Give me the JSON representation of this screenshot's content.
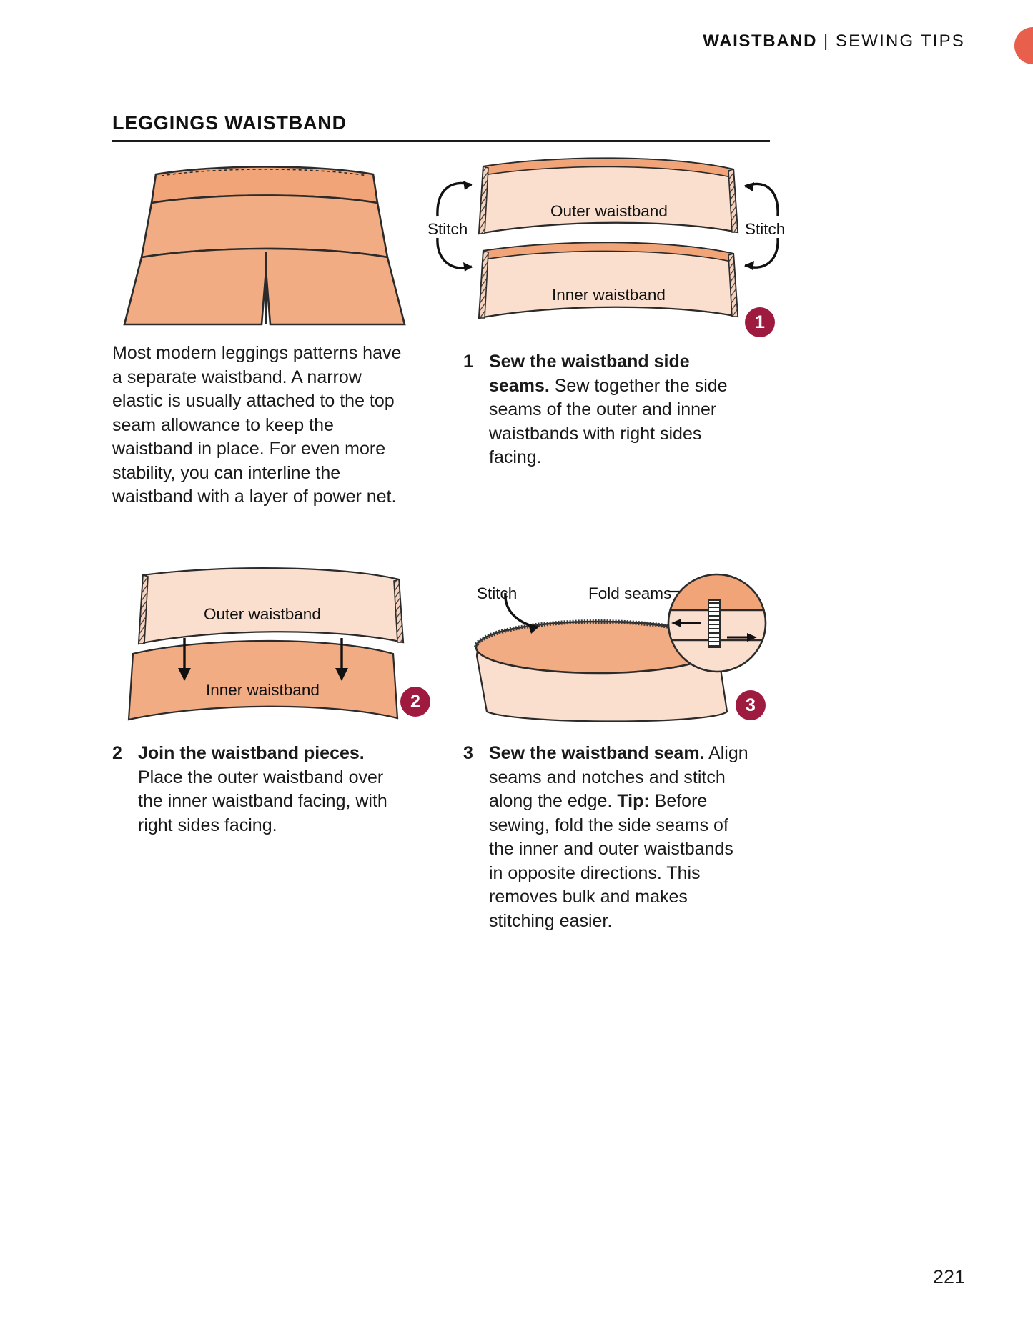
{
  "header": {
    "title_bold": "WAISTBAND",
    "separator": "|",
    "title_light": "SEWING TIPS",
    "tab_color": "#E8604C"
  },
  "section": {
    "title": "LEGGINGS WAISTBAND"
  },
  "intro": {
    "text": "Most modern leggings patterns have a separate waistband. A narrow elastic is usually attached to the top seam allowance to keep the waistband in place. For even more stability, you can interline the waistband with a layer of power net."
  },
  "figures": {
    "leggings": {
      "name": "leggings front illustration"
    },
    "step1": {
      "label_outer": "Outer waistband",
      "label_inner": "Inner waistband",
      "label_stitch_left": "Stitch",
      "label_stitch_right": "Stitch",
      "badge": "1"
    },
    "step2": {
      "label_outer": "Outer waistband",
      "label_inner": "Inner waistband",
      "badge": "2"
    },
    "step3": {
      "label_stitch": "Stitch",
      "label_fold": "Fold seams",
      "badge": "3"
    }
  },
  "steps": [
    {
      "number": "1",
      "heading": "Sew the waistband side seams.",
      "body": " Sew together the side seams of the outer and inner waistbands with right sides facing."
    },
    {
      "number": "2",
      "heading": "Join the waistband pieces.",
      "body": " Place the outer waistband over the inner waistband facing, with right sides facing."
    },
    {
      "number": "3",
      "heading": "Sew the waistband seam.",
      "body_a": " Align seams and notches and stitch along the edge. ",
      "tip_label": "Tip:",
      "body_b": " Before sewing, fold the side seams of the inner and outer waistbands in opposite directions. This removes bulk and makes stitching easier."
    }
  ],
  "footer": {
    "page_number": "221"
  },
  "colors": {
    "fabric_light": "#FBDFCE",
    "fabric_mid": "#F6C5A6",
    "fabric_dark": "#F0A478",
    "outline": "#2b2b2b",
    "badge": "#9E1B3F",
    "accent": "#E8604C"
  }
}
